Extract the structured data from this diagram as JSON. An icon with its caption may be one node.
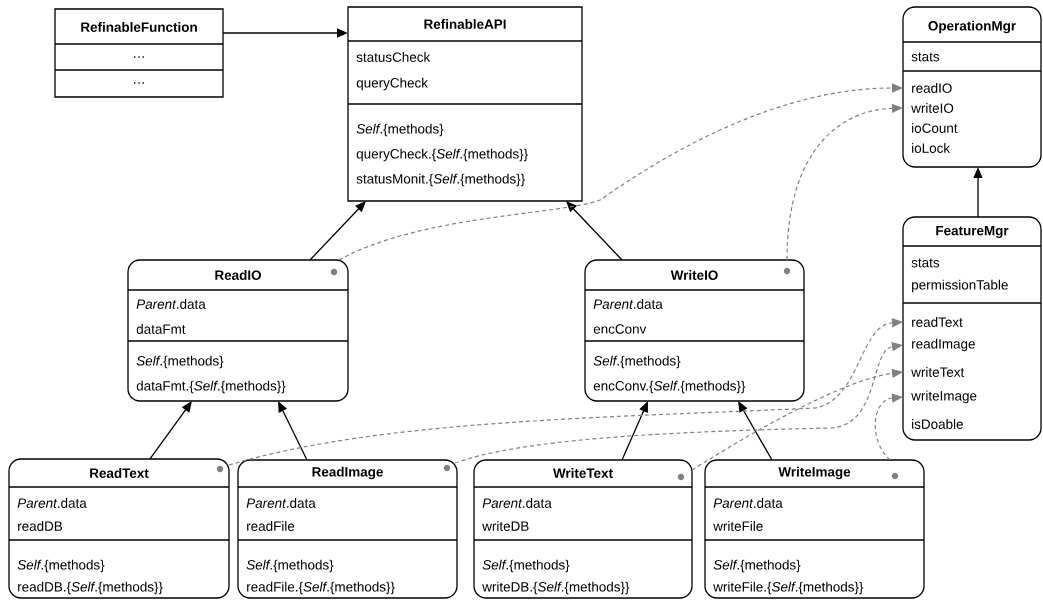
{
  "diagram": {
    "nodes": [
      {
        "text": [
          "RefinableFunction",
          "…",
          "…"
        ]
      },
      {
        "text": [
          "RefinableAPI",
          "statusCheck",
          "queryCheck",
          "*Self*.{methods}",
          "queryCheck.{*Self*.{methods}}",
          "statusMonit.{*Self*.{methods}}"
        ]
      },
      {
        "text": [
          "OperationMgr",
          "stats",
          "readIO",
          "writeIO",
          "ioCount",
          "ioLock"
        ]
      },
      {
        "text": [
          "ReadIO",
          "*Parent*.data",
          "dataFmt",
          "*Self*.{methods}",
          "dataFmt.{*Self*.{methods}}"
        ]
      },
      {
        "text": [
          "WriteIO",
          "*Parent*.data",
          "encConv",
          "*Self*.{methods}",
          "encConv.{*Self*.{methods}}"
        ]
      },
      {
        "text": [
          "FeatureMgr",
          "stats",
          "permissionTable",
          "readText",
          "readImage",
          "writeText",
          "writeImage",
          "isDoable"
        ]
      },
      {
        "text": [
          "ReadText",
          "*Parent*.data",
          "readDB",
          "*Self*.{methods}",
          "readDB.{*Self*.{methods}}"
        ]
      },
      {
        "text": [
          "ReadImage",
          "*Parent*.data",
          "readFile",
          "*Self*.{methods}",
          "readFile.{*Self*.{methods}}"
        ]
      },
      {
        "text": [
          "WriteText",
          "*Parent*.data",
          "writeDB",
          "*Self*.{methods}",
          "writeDB.{*Self*.{methods}}"
        ]
      },
      {
        "text": [
          "WriteImage",
          "*Parent*.data",
          "writeFile",
          "*Self*.{methods}",
          "writeFile.{*Self*.{methods}}"
        ]
      }
    ],
    "edges": [
      {
        "from": 0,
        "to": 1,
        "arrow": "to"
      },
      {
        "from": 3,
        "to": 1,
        "arrow": "to"
      },
      {
        "from": 4,
        "to": 1,
        "arrow": "to"
      },
      {
        "from": 5,
        "to": 2,
        "arrow": "to"
      },
      {
        "from": 6,
        "to": 3,
        "arrow": "to"
      },
      {
        "from": 7,
        "to": 3,
        "arrow": "to"
      },
      {
        "from": 8,
        "to": 4,
        "arrow": "to"
      },
      {
        "from": 9,
        "to": 4,
        "arrow": "to"
      },
      {
        "from": 3,
        "to": 2,
        "arrow": "to",
        "style": "dashed",
        "color": "#808080"
      },
      {
        "from": 4,
        "to": 2,
        "arrow": "to",
        "style": "dashed",
        "color": "#808080"
      },
      {
        "from": 6,
        "to": 5,
        "arrow": "to",
        "style": "dashed",
        "color": "#808080"
      },
      {
        "from": 7,
        "to": 5,
        "arrow": "to",
        "style": "dashed",
        "color": "#808080"
      },
      {
        "from": 8,
        "to": 5,
        "arrow": "to",
        "style": "dashed",
        "color": "#808080"
      },
      {
        "from": 9,
        "to": 5,
        "arrow": "to",
        "style": "dashed",
        "color": "#808080"
      }
    ]
  }
}
